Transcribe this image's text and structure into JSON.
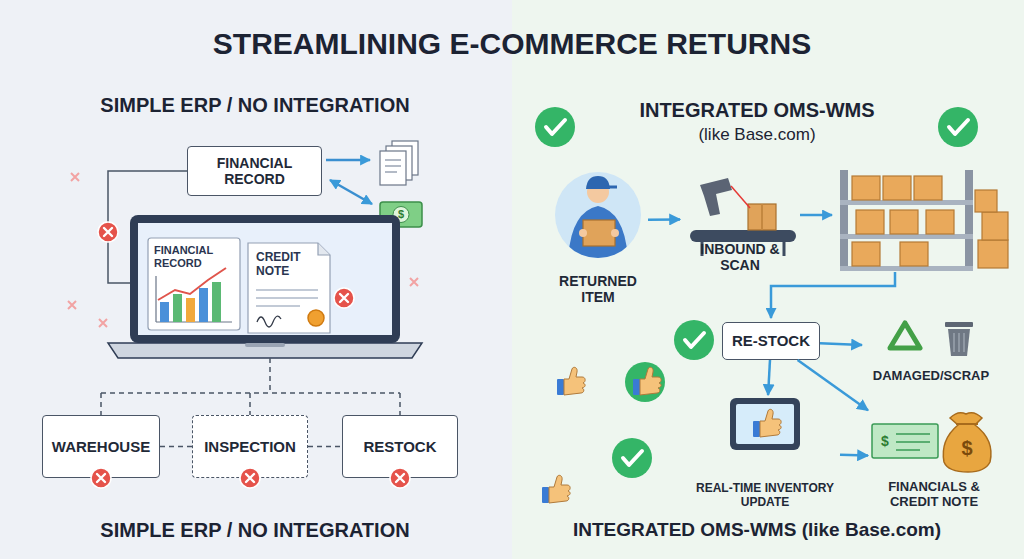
{
  "diagram": {
    "title": "STREAMLINING E-COMMERCE RETURNS",
    "nodes": [
      {
        "text": [
          "FINANCIAL RECORD"
        ]
      },
      {
        "text": [
          "FINANCIAL RECORD"
        ]
      },
      {
        "text": [
          "CREDIT NOTE"
        ]
      },
      {
        "text": [
          "WAREHOUSE"
        ]
      },
      {
        "text": [
          "INSPECTION"
        ]
      },
      {
        "text": [
          "RESTOCK"
        ]
      },
      {
        "text": [
          "RETURNED ITEM"
        ]
      },
      {
        "text": [
          "INBOUND & SCAN"
        ]
      },
      {
        "text": [
          "RE-STOCK"
        ]
      },
      {
        "text": [
          "DAMAGED/SCRAP"
        ]
      },
      {
        "text": [
          "REAL-TIME INVENTORY UPDATE"
        ]
      },
      {
        "text": [
          "FINANCIALS & CREDIT NOTE"
        ]
      }
    ],
    "edges": [
      {
        "from": 3,
        "to": 4,
        "arrow": "none"
      },
      {
        "from": 4,
        "to": 5,
        "arrow": "none"
      },
      {
        "from": 6,
        "to": 7,
        "arrow": "to"
      },
      {
        "from": 8,
        "to": 9,
        "arrow": "to"
      },
      {
        "from": 8,
        "to": 10,
        "arrow": "to"
      },
      {
        "from": 8,
        "to": 11,
        "arrow": "to"
      },
      {
        "from": 10,
        "to": 11,
        "arrow": "to"
      }
    ],
    "labels": [
      "SIMPLE ERP / NO INTEGRATION",
      "INTEGRATED OMS-WMS",
      "(like Base.com)",
      "$",
      "$",
      "$",
      "SIMPLE ERP / NO INTEGRATION",
      "INTEGRATED OMS-WMS (like Base.com)"
    ]
  }
}
